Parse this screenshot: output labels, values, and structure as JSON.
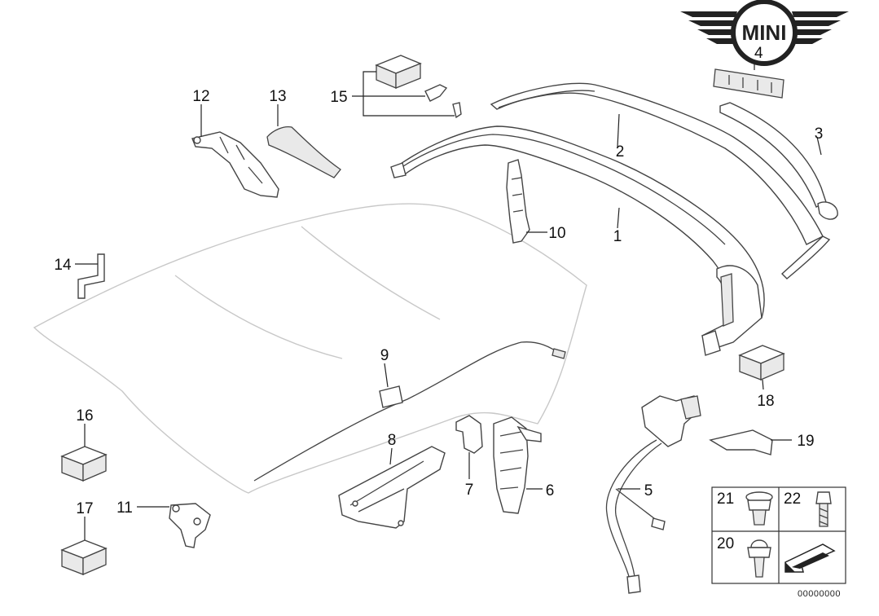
{
  "logo": {
    "text": "MINI",
    "number": "4"
  },
  "labels": {
    "p1": "1",
    "p2": "2",
    "p3": "3",
    "p5": "5",
    "p6": "6",
    "p7": "7",
    "p8": "8",
    "p9": "9",
    "p10": "10",
    "p11": "11",
    "p12": "12",
    "p13": "13",
    "p14": "14",
    "p15": "15",
    "p16": "16",
    "p17": "17",
    "p18": "18",
    "p19": "19"
  },
  "fasteners_table": {
    "c21": "21",
    "c22": "22",
    "c20": "20"
  },
  "diagram_code": "00000000"
}
